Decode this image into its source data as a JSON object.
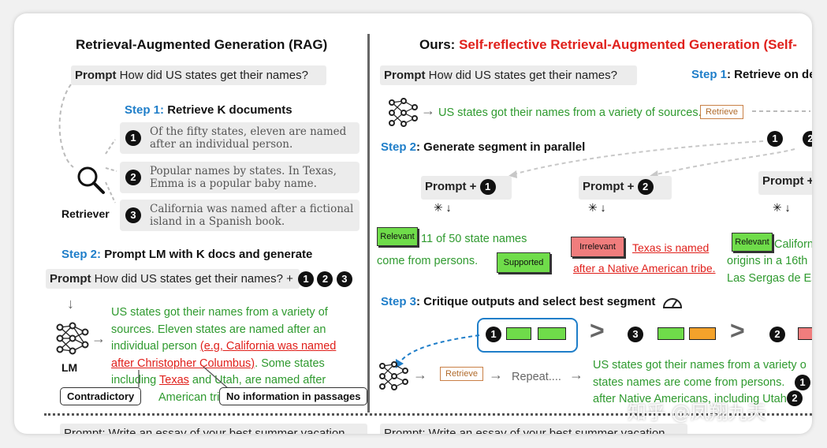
{
  "left": {
    "title": "Retrieval-Augmented Generation (RAG)",
    "prompt_label": "Prompt",
    "prompt_text": "How did US states get their names?",
    "step1_num": "Step 1:",
    "step1_text": "Retrieve K documents",
    "docs": [
      {
        "num": "1",
        "text": "Of the fifty states, eleven are named after an individual person."
      },
      {
        "num": "2",
        "text": "Popular names by states. In Texas, Emma is a popular baby name."
      },
      {
        "num": "3",
        "text": "California was named after a fictional island in a Spanish book."
      }
    ],
    "retriever_label": "Retriever",
    "step2_num": "Step 2:",
    "step2_text": "Prompt LM with K docs and generate",
    "prompt2_label": "Prompt",
    "prompt2_text": "How did US states get their names? +",
    "doc_nums": [
      "1",
      "2",
      "3"
    ],
    "lm_label": "LM",
    "output_line1": "US states got their names from a variety of",
    "output_line2": "sources. Eleven states are named after an",
    "output_line3a": "individual person ",
    "output_line3b": "(e.g, California was named",
    "output_line4a": "after Christopher Columbus)",
    "output_line4b": ". Some states",
    "output_line5a": "including ",
    "output_line5b": "Texas",
    "output_line5c": " and Utah, are named after",
    "output_line6": "American tribe.",
    "contradictory": "Contradictory",
    "no_info": "No information in passages",
    "bottom_prompt": "Prompt: Write an essay of your best summer vacation"
  },
  "right": {
    "title_prefix": "Ours: ",
    "title_red": "Self-reflective Retrieval-Augmented Generation (Self-",
    "prompt_label": "Prompt",
    "prompt_text": "How did US states get their names?",
    "step1_num": "Step 1",
    "step1_text": ": Retrieve on de",
    "gen_text": "US states got their names from a variety of sources.",
    "retrieve_tag": "Retrieve",
    "step2_num": "Step 2",
    "step2_text": ": Generate segment in parallel",
    "prompt_plus": "Prompt +",
    "col_nums": [
      "1",
      "2",
      "3"
    ],
    "relevant": "Relevant",
    "irrelevant": "Irrelevant",
    "supported": "Supported",
    "seg1_a": "11 of 50 state names",
    "seg1_b": "come from persons.",
    "seg2_a": "Texas is named",
    "seg2_b": "after a Native American tribe.",
    "seg3_a": "Californ",
    "seg3_b": "origins in a 16th",
    "seg3_c": "Las Sergas de Es",
    "step3_num": "Step 3",
    "step3_text": ": Critique outputs and select best segment",
    "gt1": ">",
    "gt2": ">",
    "repeat_text": "Repeat....",
    "final_line1": "US states got their names from a variety o",
    "final_line2": "states names are come from persons.",
    "final_line3": "after Native Americans, including Utah.",
    "bottom_prompt": "Prompt: Write an essay of your best summer vacation",
    "watermark": "知乎 @凤翔九天"
  }
}
